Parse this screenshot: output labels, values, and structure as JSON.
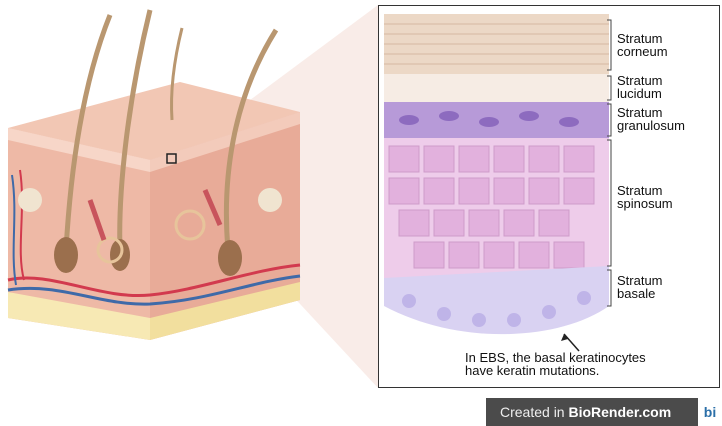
{
  "layers": [
    {
      "name": "stratum-corneum",
      "label": "Stratum\ncorneum"
    },
    {
      "name": "stratum-lucidum",
      "label": "Stratum\nlucidum"
    },
    {
      "name": "stratum-granulosum",
      "label": "Stratum\ngranulosum"
    },
    {
      "name": "stratum-spinosum",
      "label": "Stratum\nspinosum"
    },
    {
      "name": "stratum-basale",
      "label": "Stratum\nbasale"
    }
  ],
  "caption": "In EBS, the basal keratinocytes\nhave keratin mutations.",
  "credit": {
    "prefix": "Created in ",
    "brand": "BioRender.com",
    "logo": "bi"
  },
  "colors": {
    "corneum": "#ecd8c6",
    "lucidum": "#f6ece4",
    "granulosum": "#b79ad8",
    "spinosum": "#eeccea",
    "basale": "#d9d2f2",
    "skin_surface": "#f2c7b4",
    "dermis": "#eeb9a6",
    "fat": "#f7e9b4"
  }
}
